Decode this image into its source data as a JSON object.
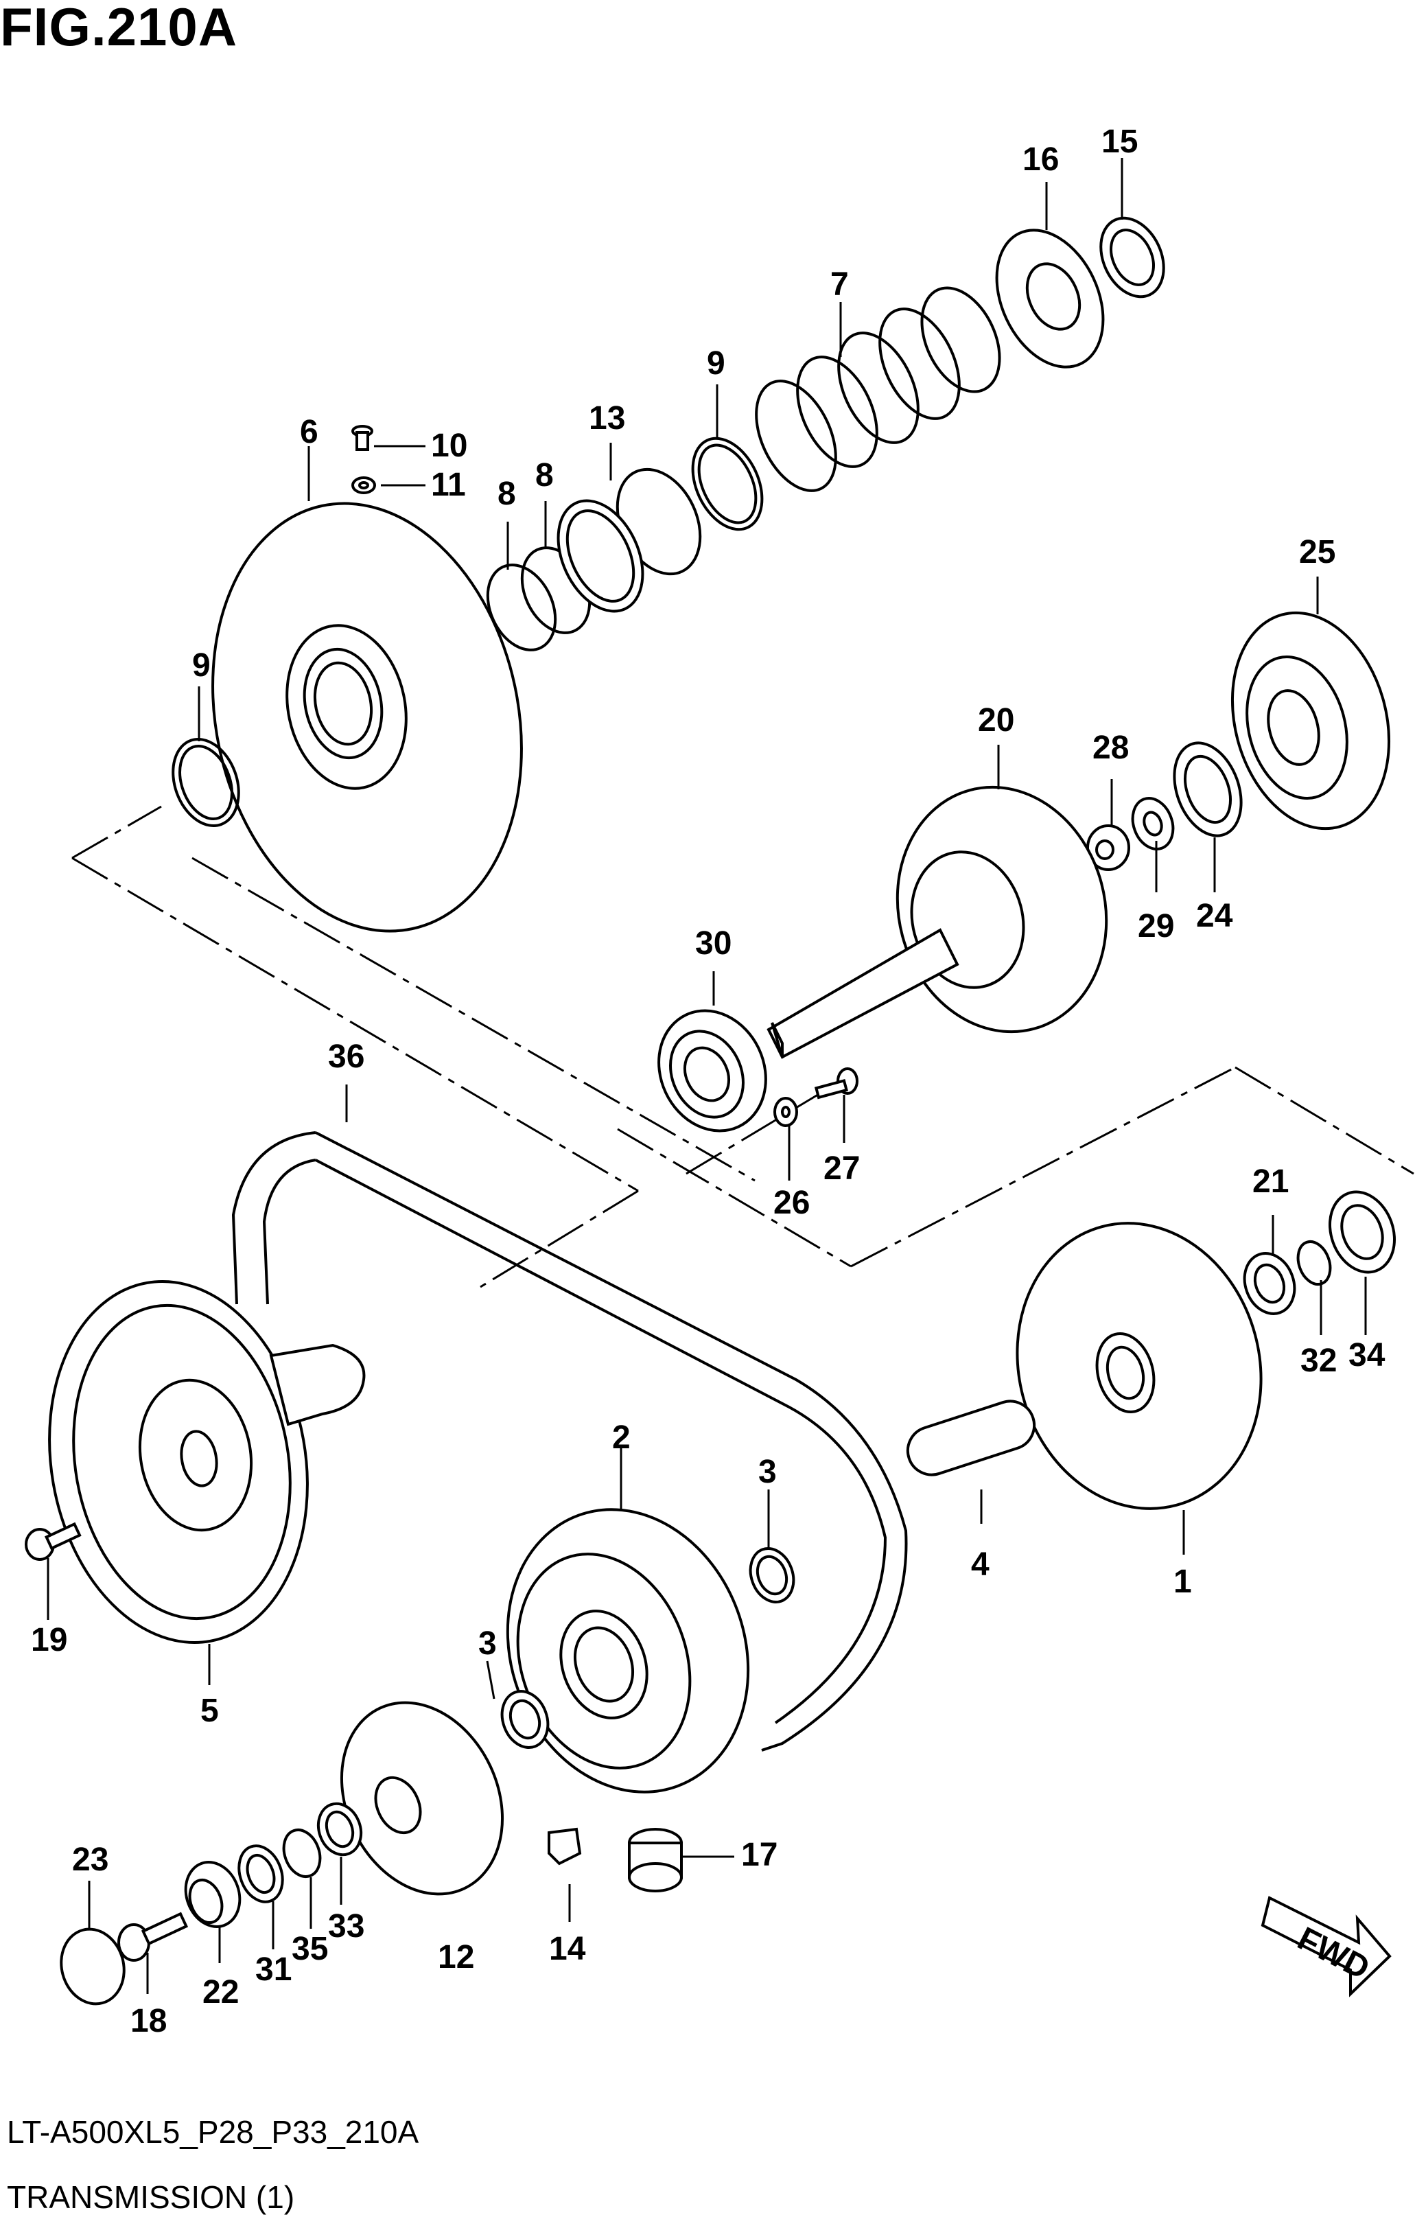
{
  "figure_title": "FIG.210A",
  "model_code": "LT-A500XL5_P28_P33_210A",
  "section_title": "TRANSMISSION (1)",
  "fwd_label": "FWD",
  "callouts": {
    "c1": "1",
    "c2": "2",
    "c3a": "3",
    "c3b": "3",
    "c4": "4",
    "c5": "5",
    "c6": "6",
    "c7": "7",
    "c8a": "8",
    "c8b": "8",
    "c9a": "9",
    "c9b": "9",
    "c10": "10",
    "c11": "11",
    "c12": "12",
    "c13": "13",
    "c14": "14",
    "c15": "15",
    "c16": "16",
    "c17": "17",
    "c18": "18",
    "c19": "19",
    "c20": "20",
    "c21": "21",
    "c22": "22",
    "c23": "23",
    "c24": "24",
    "c25": "25",
    "c26": "26",
    "c27": "27",
    "c28": "28",
    "c29": "29",
    "c30": "30",
    "c31": "31",
    "c32": "32",
    "c33": "33",
    "c34": "34",
    "c35": "35",
    "c36": "36"
  }
}
